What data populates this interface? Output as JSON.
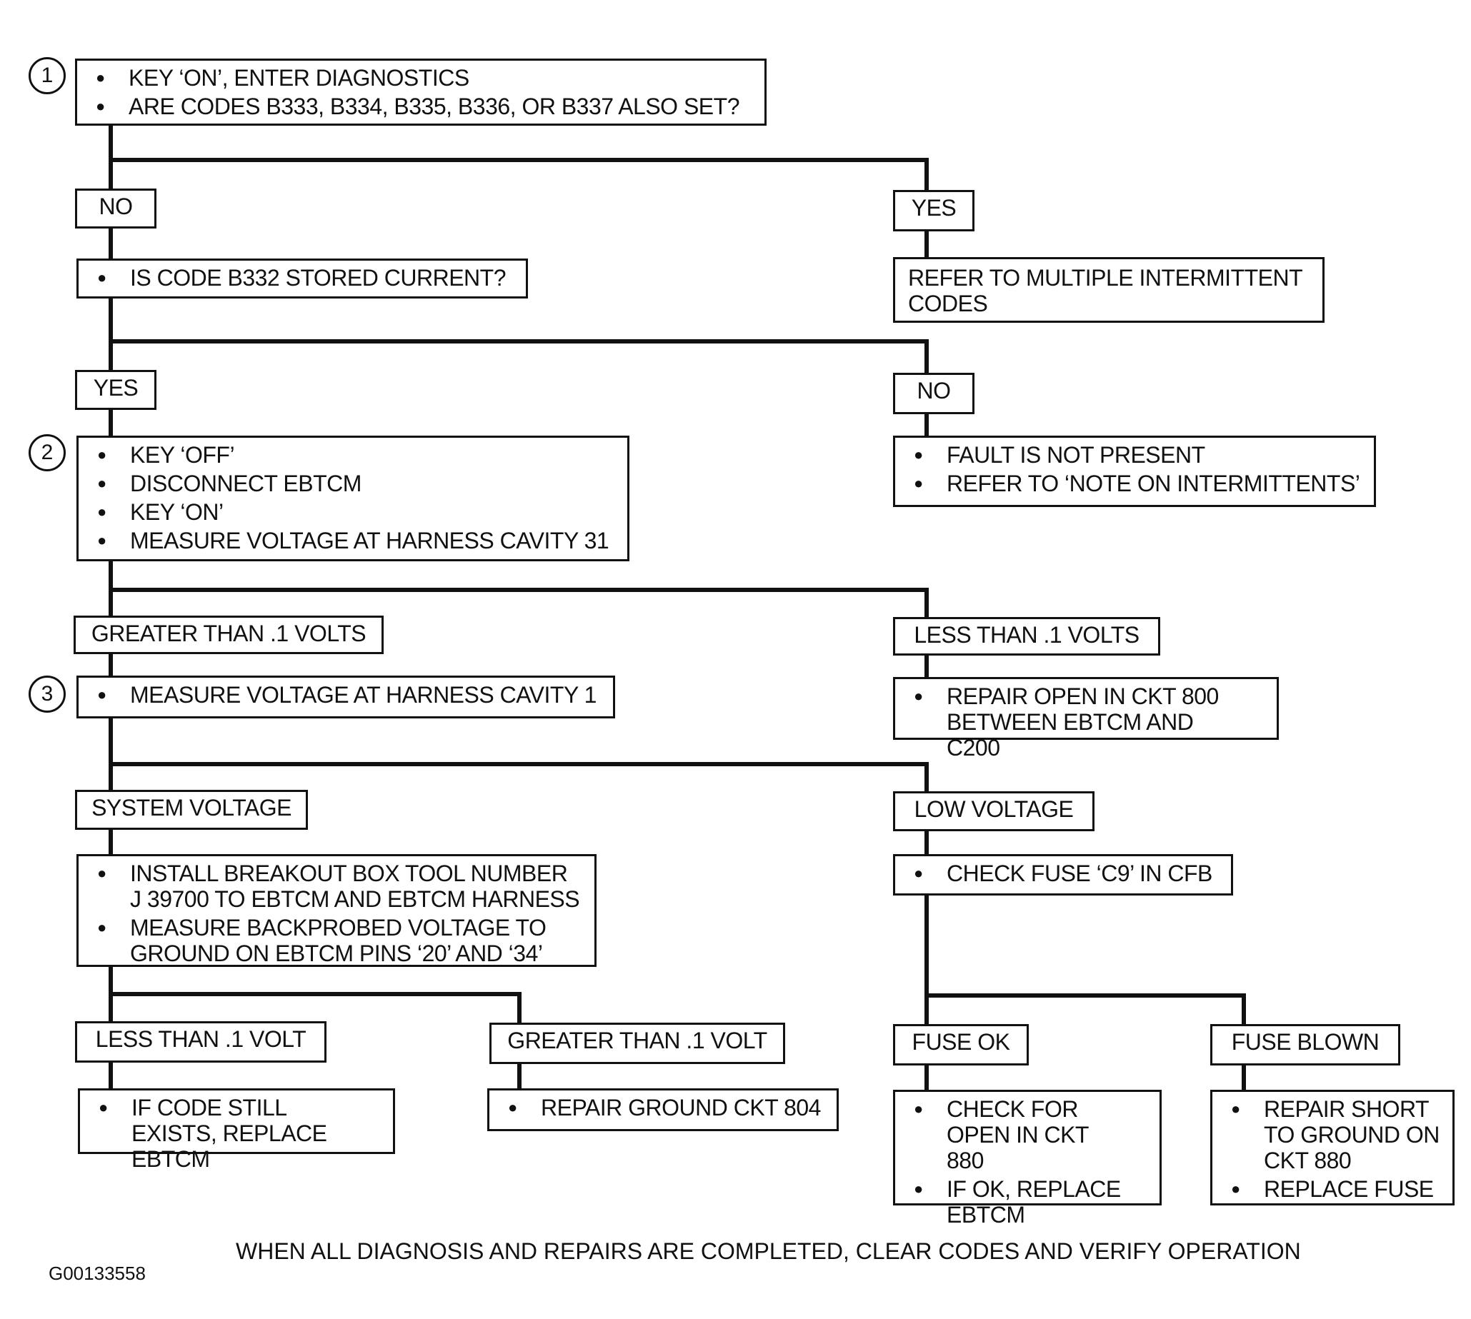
{
  "steps": [
    {
      "number": "1",
      "items": [
        "KEY ‘ON’, ENTER DIAGNOSTICS",
        "ARE CODES B333, B334, B335, B336, OR B337 ALSO SET?"
      ]
    },
    {
      "number": "2",
      "items": [
        "KEY ‘OFF’",
        "DISCONNECT EBTCM",
        "KEY ‘ON’",
        "MEASURE VOLTAGE AT HARNESS CAVITY 31"
      ]
    },
    {
      "number": "3",
      "items": [
        "MEASURE VOLTAGE AT HARNESS CAVITY 1"
      ]
    }
  ],
  "labels": {
    "no_1": "NO",
    "yes_1": "YES",
    "yes_2": "YES",
    "no_2": "NO",
    "gt_01_volts": "GREATER THAN .1 VOLTS",
    "lt_01_volts": "LESS THAN .1 VOLTS",
    "system_voltage": "SYSTEM VOLTAGE",
    "low_voltage": "LOW  VOLTAGE",
    "lt_01_volt": "LESS THAN .1 VOLT",
    "gt_01_volt": "GREATER THAN .1 VOLT",
    "fuse_ok": "FUSE OK",
    "fuse_blown": "FUSE BLOWN"
  },
  "boxes": {
    "b332": [
      "IS CODE B332 STORED CURRENT?"
    ],
    "multiple": "REFER TO MULTIPLE INTERMITTENT CODES",
    "not_present": [
      "FAULT IS NOT PRESENT",
      "REFER TO ‘NOTE ON INTERMITTENTS’"
    ],
    "repair_open_800": [
      "REPAIR OPEN IN CKT 800 BETWEEN EBTCM AND C200"
    ],
    "breakout": [
      "INSTALL BREAKOUT BOX TOOL NUMBER J 39700 TO EBTCM AND EBTCM HARNESS",
      "MEASURE BACKPROBED VOLTAGE TO GROUND ON EBTCM PINS ‘20’ AND ‘34’"
    ],
    "check_fuse": [
      "CHECK FUSE ‘C9’ IN CFB"
    ],
    "replace_ebtcm": [
      "IF CODE STILL EXISTS, REPLACE EBTCM"
    ],
    "repair_ground": [
      "REPAIR GROUND CKT 804"
    ],
    "check_open_880": [
      "CHECK FOR OPEN IN CKT 880",
      "IF OK, REPLACE EBTCM"
    ],
    "repair_short_880": [
      "REPAIR SHORT TO GROUND ON CKT 880",
      "REPLACE FUSE"
    ]
  },
  "footer": "WHEN ALL DIAGNOSIS AND REPAIRS ARE COMPLETED, CLEAR CODES AND VERIFY OPERATION",
  "figure_id": "G00133558"
}
